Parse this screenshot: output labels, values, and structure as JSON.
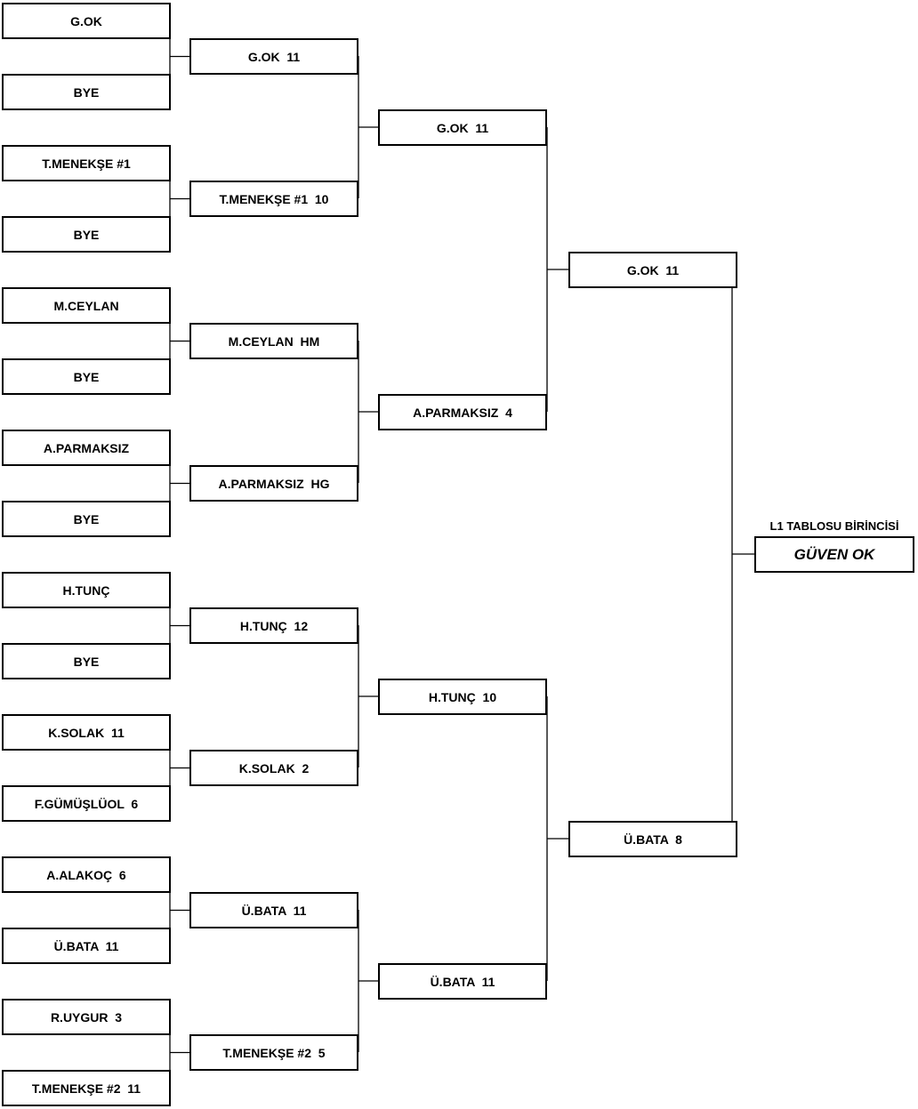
{
  "bracket": {
    "round1": [
      "G.OK",
      "BYE",
      "T.MENEKŞE #1",
      "BYE",
      "M.CEYLAN",
      "BYE",
      "A.PARMAKSIZ",
      "BYE",
      "H.TUNÇ",
      "BYE",
      "K.SOLAK  11",
      "F.GÜMÜŞLÜOL  6",
      "A.ALAKOÇ  6",
      "Ü.BATA  11",
      "R.UYGUR  3",
      "T.MENEKŞE #2  11"
    ],
    "round2": [
      "G.OK  11",
      "T.MENEKŞE #1  10",
      "M.CEYLAN  HM",
      "A.PARMAKSIZ  HG",
      "H.TUNÇ  12",
      "K.SOLAK  2",
      "Ü.BATA  11",
      "T.MENEKŞE #2  5"
    ],
    "round3": [
      "G.OK  11",
      "A.PARMAKSIZ  4",
      "H.TUNÇ  10",
      "Ü.BATA  11"
    ],
    "round4": [
      "G.OK  11",
      "Ü.BATA  8"
    ],
    "champion_title": "L1 TABLOSU BİRİNCİSİ",
    "champion": "GÜVEN OK"
  }
}
